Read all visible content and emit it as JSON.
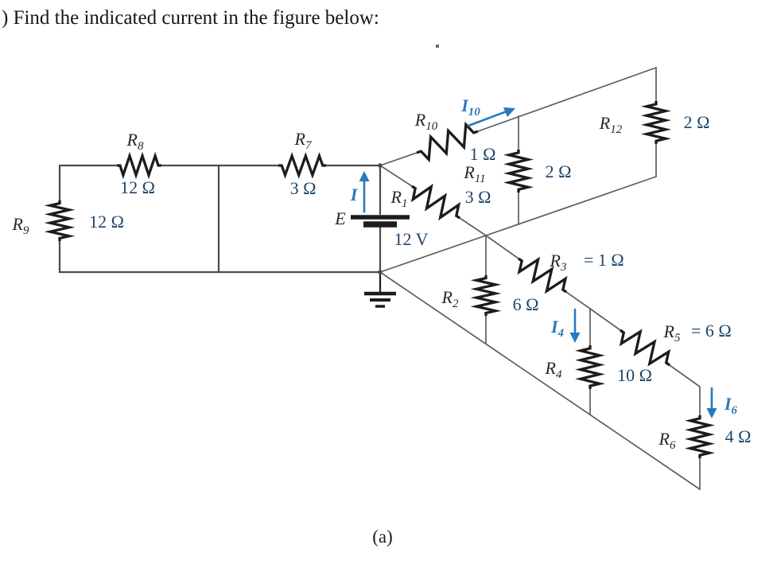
{
  "page": {
    "title": ") Find the indicated current in the figure below:",
    "caption": "(a)"
  },
  "colors": {
    "wire": "#4b4b4b",
    "resistor_zigzag": "#1c1c1c",
    "resistor_label": "#2b2724",
    "value_text": "#1d4569",
    "current_blue": "#2878be",
    "background": "#ffffff"
  },
  "source": {
    "label": "E",
    "value": "12 V"
  },
  "currents": {
    "i": {
      "base": "I",
      "sub": ""
    },
    "i10": {
      "base": "I",
      "sub": "10"
    },
    "i4": {
      "base": "I",
      "sub": "4"
    },
    "i6": {
      "base": "I",
      "sub": "6"
    }
  },
  "resistors": {
    "r1": {
      "base": "R",
      "sub": "1",
      "value": "3 Ω"
    },
    "r2": {
      "base": "R",
      "sub": "2",
      "value": "6 Ω"
    },
    "r3": {
      "base": "R",
      "sub": "3",
      "value": "= 1 Ω"
    },
    "r4": {
      "base": "R",
      "sub": "4",
      "value": "10 Ω"
    },
    "r5": {
      "base": "R",
      "sub": "5",
      "value": "= 6 Ω"
    },
    "r6": {
      "base": "R",
      "sub": "6",
      "value": "4 Ω"
    },
    "r7": {
      "base": "R",
      "sub": "7",
      "value": "3 Ω"
    },
    "r8": {
      "base": "R",
      "sub": "8",
      "value": "12 Ω"
    },
    "r9": {
      "base": "R",
      "sub": "9",
      "value": "12 Ω"
    },
    "r10": {
      "base": "R",
      "sub": "10",
      "value": "1 Ω"
    },
    "r11": {
      "base": "R",
      "sub": "11",
      "value": "2 Ω"
    },
    "r12": {
      "base": "R",
      "sub": "12",
      "value": "2 Ω"
    }
  }
}
